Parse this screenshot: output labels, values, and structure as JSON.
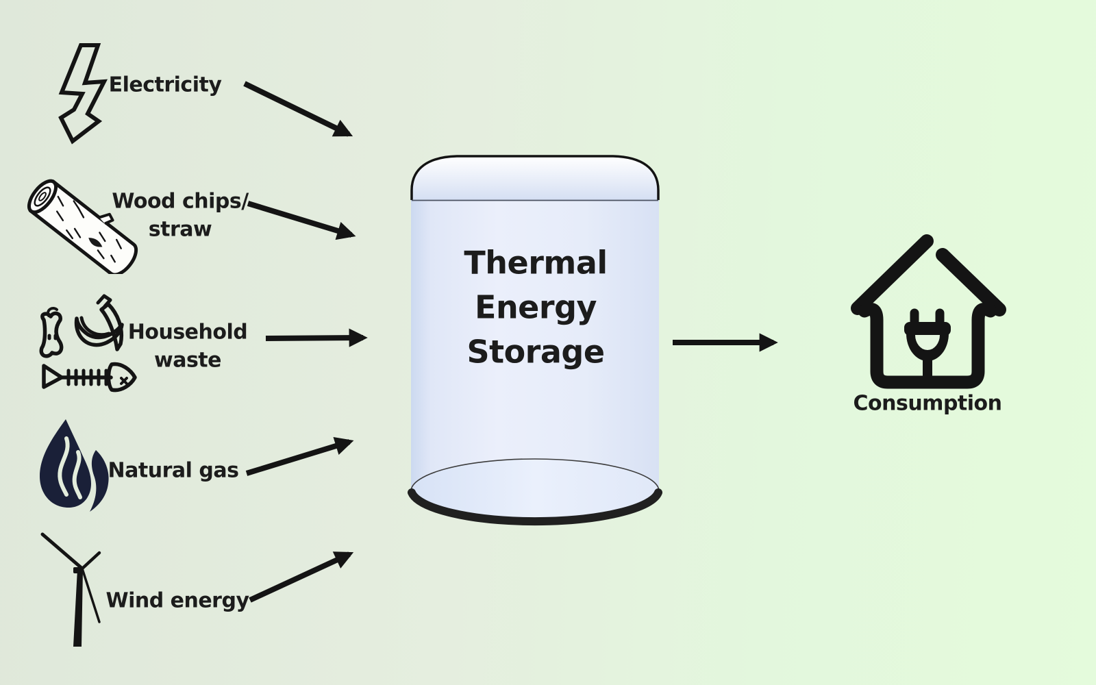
{
  "diagram": {
    "type": "energy-flow",
    "sources": [
      {
        "label": "Electricity",
        "icon": "lightning-bolt-icon"
      },
      {
        "label": "Wood chips/\nstraw",
        "icon": "wood-log-icon"
      },
      {
        "label": "Household\nwaste",
        "icon": "food-waste-icon"
      },
      {
        "label": "Natural gas",
        "icon": "flame-icon"
      },
      {
        "label": "Wind energy",
        "icon": "wind-turbine-icon"
      }
    ],
    "storage": {
      "label": "Thermal\nEnergy\nStorage",
      "shape": "cylinder-tank"
    },
    "consumption": {
      "label": "Consumption",
      "icon": "house-plug-icon"
    },
    "arrows": [
      "electricity-to-storage",
      "wood-to-storage",
      "household-waste-to-storage",
      "natural-gas-to-storage",
      "wind-to-storage",
      "storage-to-consumption"
    ]
  },
  "colors": {
    "background_left": "#dfe8da",
    "background_right": "#e4fbdc",
    "ink": "#141414",
    "text": "#1c1c1c",
    "flame_navy": "#1a2038",
    "tank_top_highlight": "#ffffff",
    "tank_body_blue": "#e6ecf9",
    "tank_edge_blue": "#ccd9f0",
    "tank_shadow": "#202020"
  }
}
